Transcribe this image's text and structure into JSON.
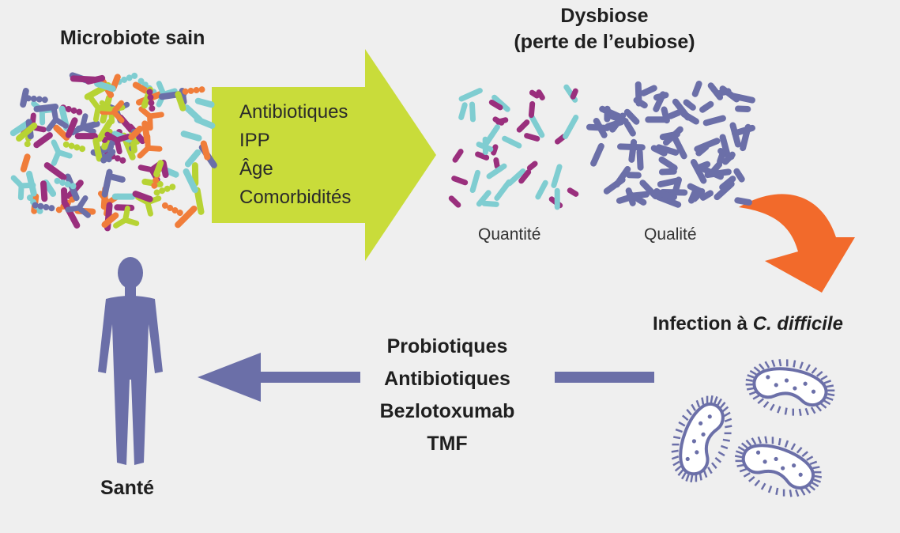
{
  "healthy_microbiota": {
    "title": "Microbiote sain"
  },
  "risk_factors": {
    "items": [
      "Antibiotiques",
      "IPP",
      "Âge",
      "Comorbidités"
    ]
  },
  "dysbiosis": {
    "title_line1": "Dysbiose",
    "title_line2": "(perte de l’eubiose)",
    "quantity_label": "Quantité",
    "quality_label": "Qualité"
  },
  "infection": {
    "prefix": "Infection à ",
    "organism": "C. difficile"
  },
  "treatments": {
    "items": [
      "Probiotiques",
      "Antibiotiques",
      "Bezlotoxumab",
      "TMF"
    ]
  },
  "health": {
    "label": "Santé"
  },
  "colors": {
    "background": "#efefef",
    "factor_arrow": "#c9dc3a",
    "infection_arrow": "#f26a2b",
    "treatment_arrow": "#6b6fa8",
    "human_silhouette": "#6b6fa8",
    "bacteria_magenta": "#9a2f7d",
    "bacteria_cyan": "#7fcdd1",
    "bacteria_blue": "#6b6fa8",
    "bacteria_orange": "#f07d3a",
    "bacteria_green": "#b7d334"
  }
}
